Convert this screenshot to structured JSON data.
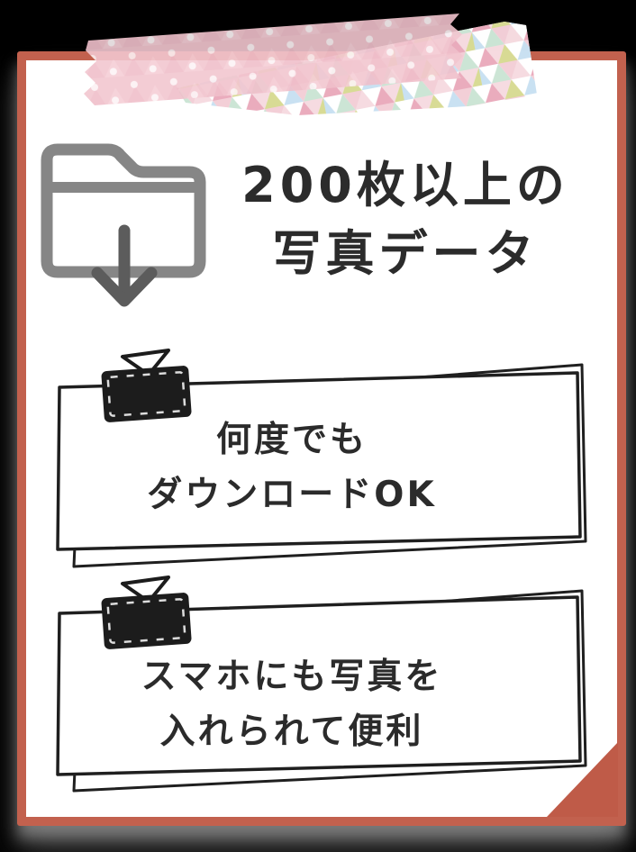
{
  "title": {
    "line1": "200枚以上の",
    "line2": "写真データ"
  },
  "panels": [
    {
      "line1": "何度でも",
      "line2": "ダウンロードOK"
    },
    {
      "line1": "スマホにも写真を",
      "line2": "入れられて便利"
    }
  ],
  "icons": {
    "folder": "folder-download-icon",
    "clip": "binder-clip-icon",
    "tape_pink": "polka-dot-washi-tape",
    "tape_triangle": "triangle-washi-tape",
    "fold": "page-corner-fold"
  },
  "colors": {
    "background": "#000000",
    "card": "#ffffff",
    "frame_red": "#c2614e",
    "fold_red": "#bf5b48",
    "text": "#2b2b2b",
    "folder_gray": "#868686",
    "arrow_gray": "#5c5c5c",
    "tape_pink": "#f2c6cf",
    "clip_black": "#1c1c1c"
  }
}
